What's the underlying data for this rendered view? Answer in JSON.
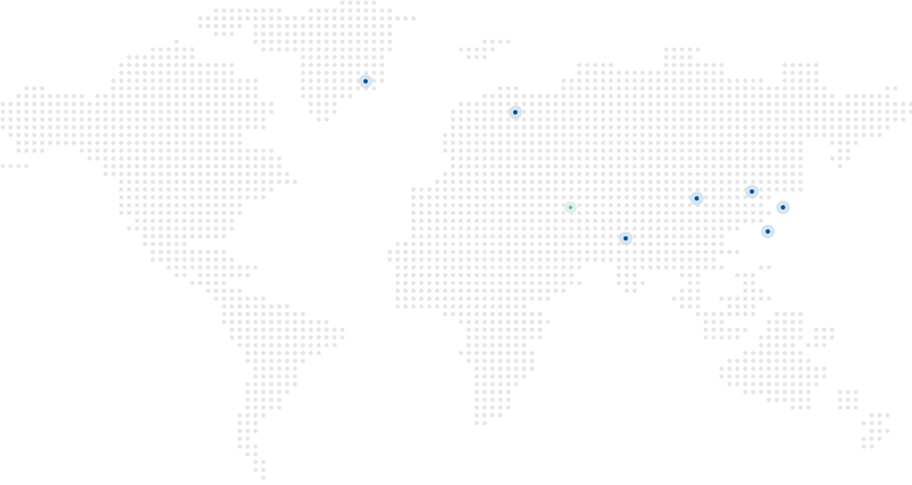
{
  "map": {
    "style": "dotted-world-map",
    "colors": {
      "background": "#ffffff",
      "land_dot": "#e6e6e6",
      "marker_primary": "#0b5394",
      "marker_primary_halo": "#cfe0f1",
      "marker_secondary": "#5cc08a",
      "marker_secondary_halo": "#d9f0e3"
    },
    "markers": [
      {
        "id": "marker-greenland",
        "type": "primary"
      },
      {
        "id": "marker-northern-europe",
        "type": "primary"
      },
      {
        "id": "marker-central-asia",
        "type": "secondary"
      },
      {
        "id": "marker-south-asia",
        "type": "primary"
      },
      {
        "id": "marker-china-central",
        "type": "primary"
      },
      {
        "id": "marker-north-china",
        "type": "primary"
      },
      {
        "id": "marker-korea",
        "type": "primary"
      },
      {
        "id": "marker-south-china",
        "type": "primary"
      }
    ]
  }
}
